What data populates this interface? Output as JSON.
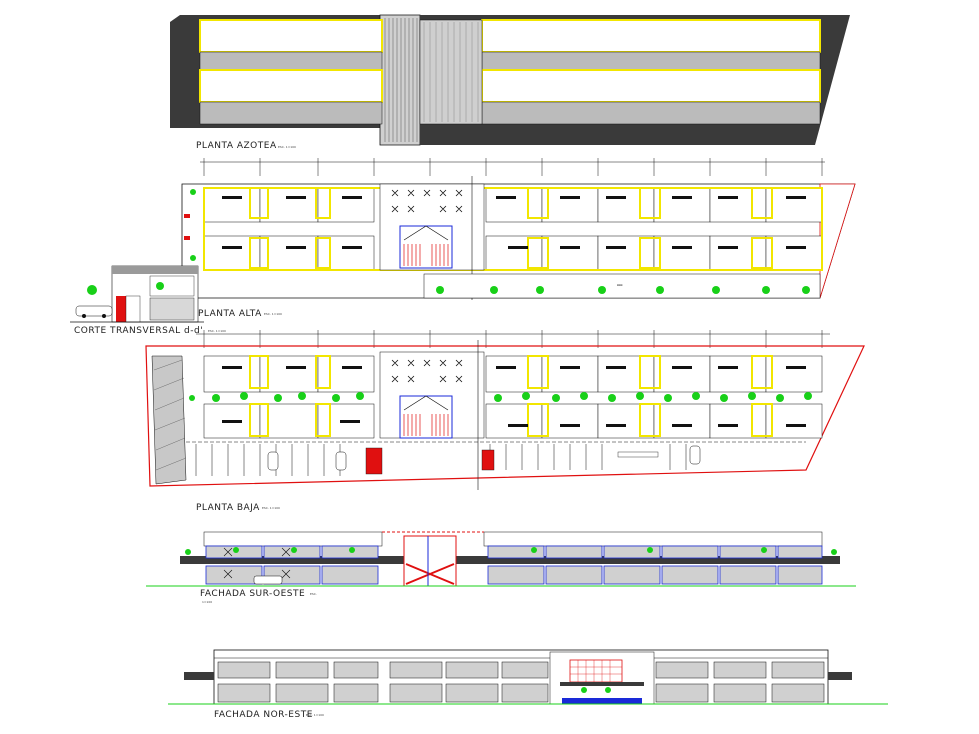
{
  "drawing": {
    "views": {
      "planta_azotea": {
        "title": "PLANTA AZOTEA",
        "scale": "ESC. 1=100"
      },
      "planta_alta": {
        "title": "PLANTA ALTA",
        "scale": "ESC. 1=100"
      },
      "corte": {
        "title": "CORTE TRANSVERSAL d-d'",
        "scale": "ESC. 1=100"
      },
      "planta_baja": {
        "title": "PLANTA BAJA",
        "scale": "ESC. 1=100"
      },
      "fachada_sur_oeste": {
        "title": "FACHADA SUR-OESTE",
        "scale": "ESC.",
        "scale2": "1=100"
      },
      "fachada_nor_este": {
        "title": "FACHADA NOR-ESTE",
        "scale": "ESC. 1=100"
      }
    },
    "colors": {
      "line": "#111111",
      "wall": "#c8c8c8",
      "dark": "#3a3a3a",
      "red": "#e01010",
      "yellow": "#f2e600",
      "green": "#18d018",
      "blue": "#1a2ad8",
      "grey": "#9a9a9a"
    }
  }
}
